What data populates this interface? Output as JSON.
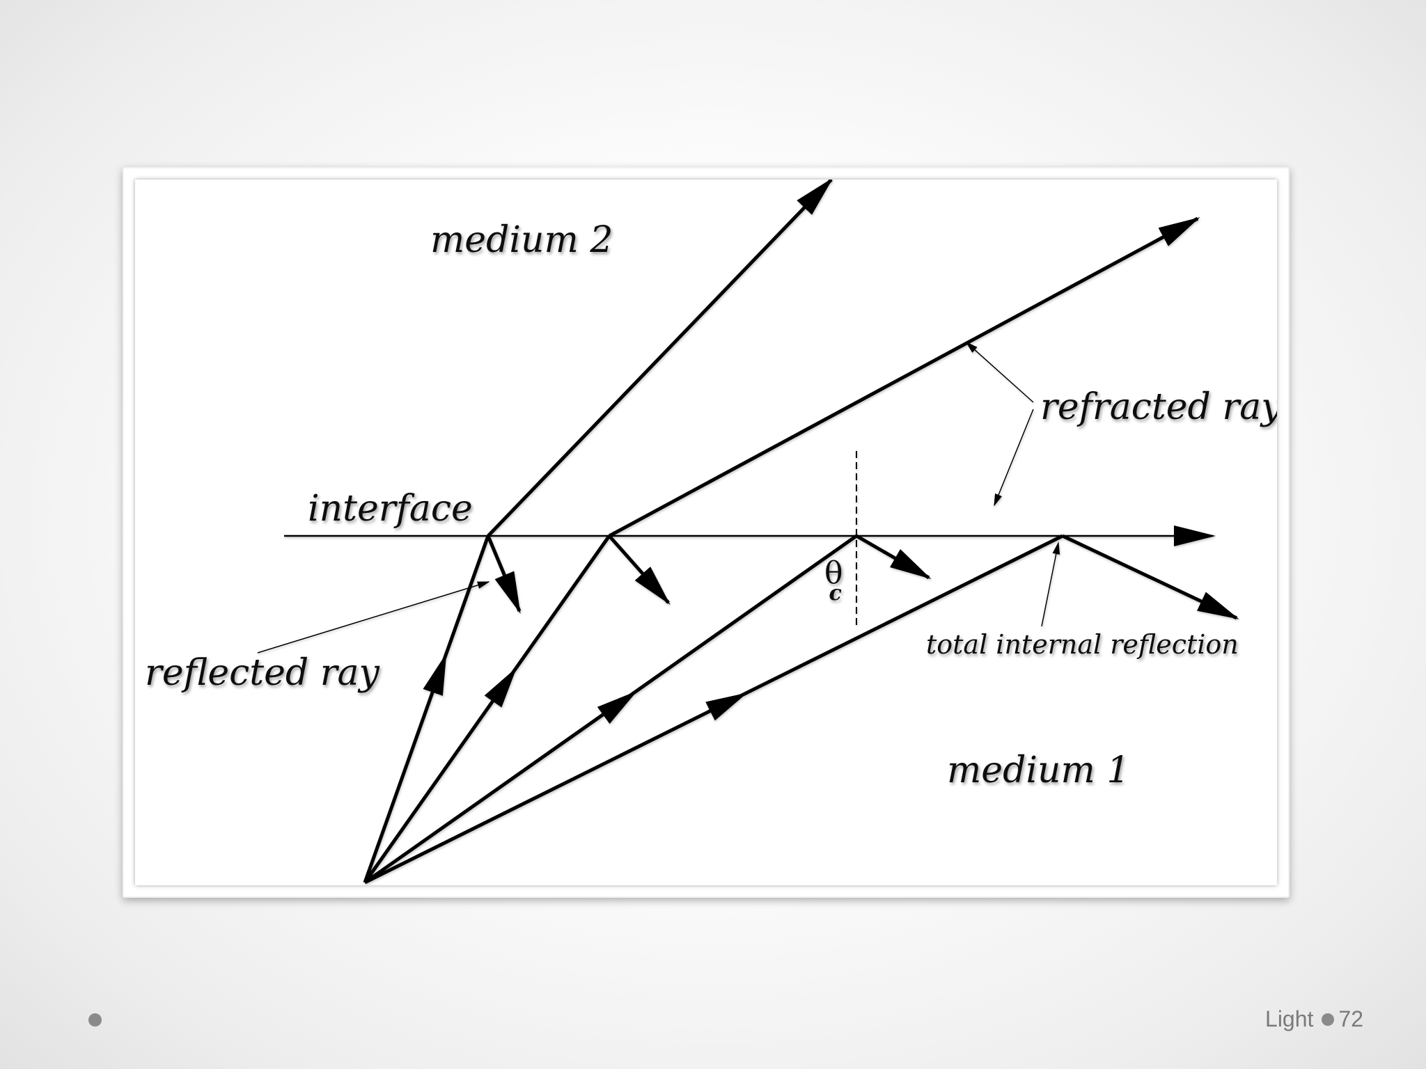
{
  "diagram": {
    "labels": {
      "medium_2": "medium 2",
      "medium_1": "medium 1",
      "interface": "interface",
      "refracted_ray": "refracted ray",
      "reflected_ray": "reflected ray",
      "total_internal_reflection": "total internal reflection",
      "theta": "θ",
      "theta_subscript": "c"
    }
  },
  "footer": {
    "title": "Light",
    "page_number": "72"
  }
}
